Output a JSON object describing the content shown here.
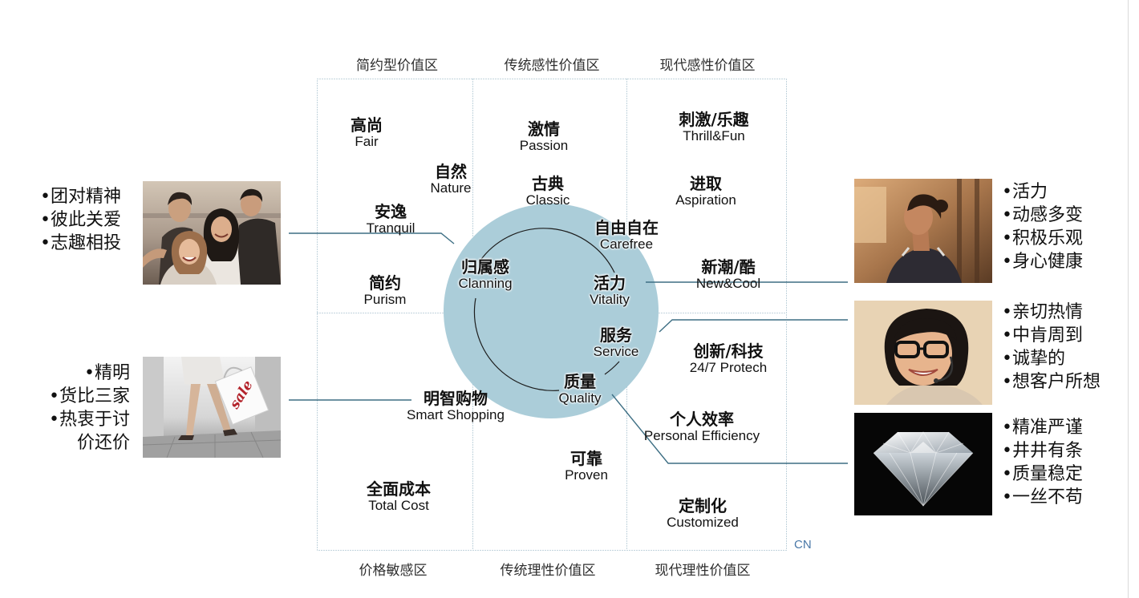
{
  "zones": {
    "top": [
      "简约型价值区",
      "传统感性价值区",
      "现代感性价值区"
    ],
    "bottom": [
      "价格敏感区",
      "传统理性价值区",
      "现代理性价值区"
    ]
  },
  "corner_label": "CN",
  "values": [
    {
      "zh": "高尚",
      "en": "Fair"
    },
    {
      "zh": "自然",
      "en": "Nature"
    },
    {
      "zh": "安逸",
      "en": "Tranquil"
    },
    {
      "zh": "简约",
      "en": "Purism"
    },
    {
      "zh": "激情",
      "en": "Passion"
    },
    {
      "zh": "古典",
      "en": "Classic"
    },
    {
      "zh": "自由自在",
      "en": "Carefree"
    },
    {
      "zh": "归属感",
      "en": "Clanning"
    },
    {
      "zh": "活力",
      "en": "Vitality"
    },
    {
      "zh": "刺激/乐趣",
      "en": "Thrill&Fun"
    },
    {
      "zh": "进取",
      "en": "Aspiration"
    },
    {
      "zh": "新潮/酷",
      "en": "New&Cool"
    },
    {
      "zh": "服务",
      "en": "Service"
    },
    {
      "zh": "质量",
      "en": "Quality"
    },
    {
      "zh": "创新/科技",
      "en": "24/7 Protech"
    },
    {
      "zh": "明智购物",
      "en": "Smart Shopping"
    },
    {
      "zh": "个人效率",
      "en": "Personal Efficiency"
    },
    {
      "zh": "可靠",
      "en": "Proven"
    },
    {
      "zh": "全面成本",
      "en": "Total Cost"
    },
    {
      "zh": "定制化",
      "en": "Customized"
    }
  ],
  "trait_lists": {
    "team": [
      "•团对精神",
      "•彼此关爱",
      "•志趣相投"
    ],
    "shopping": [
      "•精明",
      "•货比三家",
      "•热衷于讨",
      "价还价"
    ],
    "vitality": [
      "•活力",
      "•动感多变",
      "•积极乐观",
      "•身心健康"
    ],
    "service": [
      "•亲切热情",
      "•中肯周到",
      "•诚挚的",
      "•想客户所想"
    ],
    "quality": [
      "•精准严谨",
      "•井井有条",
      "•质量稳定",
      "•一丝不苟"
    ]
  },
  "photo_text": {
    "shopping_bag": "sale"
  },
  "colors": {
    "core_circle": "#abcdd9",
    "grid": "#86aabb",
    "arc": "#1c1c1c",
    "connector": "#3e6f84",
    "sale_text": "#b3232b"
  }
}
